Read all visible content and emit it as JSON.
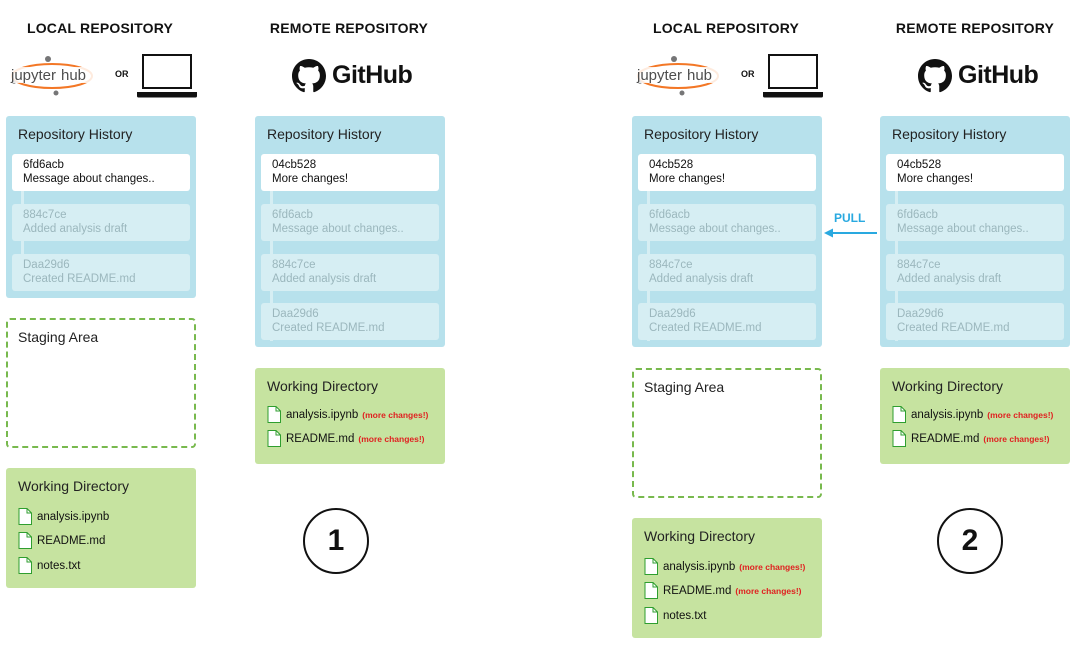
{
  "colors": {
    "repo_bg": "#b7e1ec",
    "working_dir_bg": "#c6e3a0",
    "staging_border": "#78b94e",
    "note_red": "#e02020",
    "pull_blue": "#29a9e0"
  },
  "or_label": "OR",
  "panels": [
    {
      "local": {
        "heading": "LOCAL REPOSITORY",
        "history": {
          "title": "Repository History",
          "commits": [
            {
              "hash": "6fd6acb",
              "msg": "Message about changes.."
            },
            {
              "hash": "884c7ce",
              "msg": "Added analysis draft"
            },
            {
              "hash": "Daa29d6",
              "msg": "Created README.md"
            }
          ]
        },
        "staging_title": "Staging Area",
        "working": {
          "title": "Working Directory",
          "files": [
            {
              "name": "analysis.ipynb",
              "note": ""
            },
            {
              "name": "README.md",
              "note": ""
            },
            {
              "name": "notes.txt",
              "note": ""
            }
          ]
        }
      },
      "remote": {
        "heading": "REMOTE REPOSITORY",
        "logo_text": "GitHub",
        "history": {
          "title": "Repository History",
          "commits": [
            {
              "hash": "04cb528",
              "msg": "More changes!"
            },
            {
              "hash": "6fd6acb",
              "msg": "Message about changes.."
            },
            {
              "hash": "884c7ce",
              "msg": "Added analysis draft"
            },
            {
              "hash": "Daa29d6",
              "msg": "Created README.md"
            }
          ]
        },
        "working": {
          "title": "Working Directory",
          "files": [
            {
              "name": "analysis.ipynb",
              "note": "(more changes!)"
            },
            {
              "name": "README.md",
              "note": "(more changes!)"
            }
          ]
        }
      },
      "step": "1"
    },
    {
      "local": {
        "heading": "LOCAL REPOSITORY",
        "history": {
          "title": "Repository History",
          "commits": [
            {
              "hash": "04cb528",
              "msg": "More changes!"
            },
            {
              "hash": "6fd6acb",
              "msg": "Message about changes.."
            },
            {
              "hash": "884c7ce",
              "msg": "Added analysis draft"
            },
            {
              "hash": "Daa29d6",
              "msg": "Created README.md"
            }
          ]
        },
        "staging_title": "Staging Area",
        "working": {
          "title": "Working Directory",
          "files": [
            {
              "name": "analysis.ipynb",
              "note": "(more changes!)"
            },
            {
              "name": "README.md",
              "note": "(more changes!)"
            },
            {
              "name": "notes.txt",
              "note": ""
            }
          ]
        }
      },
      "remote": {
        "heading": "REMOTE REPOSITORY",
        "logo_text": "GitHub",
        "history": {
          "title": "Repository History",
          "commits": [
            {
              "hash": "04cb528",
              "msg": "More changes!"
            },
            {
              "hash": "6fd6acb",
              "msg": "Message about changes.."
            },
            {
              "hash": "884c7ce",
              "msg": "Added analysis draft"
            },
            {
              "hash": "Daa29d6",
              "msg": "Created README.md"
            }
          ]
        },
        "working": {
          "title": "Working Directory",
          "files": [
            {
              "name": "analysis.ipynb",
              "note": "(more changes!)"
            },
            {
              "name": "README.md",
              "note": "(more changes!)"
            }
          ]
        }
      },
      "pull_label": "PULL",
      "step": "2"
    }
  ]
}
